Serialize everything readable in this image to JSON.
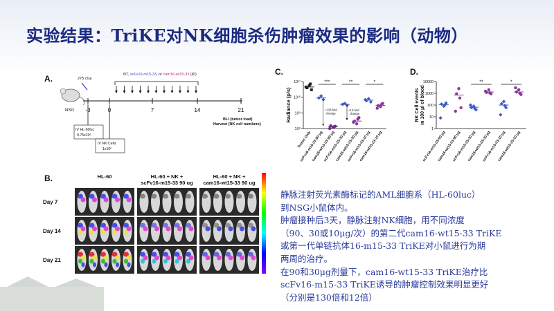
{
  "title": "实验结果：TriKE对NK细胞杀伤肿瘤效果的影响（动物）",
  "panel_a": {
    "label": "A.",
    "irradiation": "275 cGy",
    "mouse": "NSG",
    "treatment_label_prefix": "NT, ",
    "treatment_scfv": "scFv16-m15-33",
    "treatment_mid": ", or ",
    "treatment_cam": "cam16-wt15-33",
    "treatment_suffix": " (IP)",
    "days": [
      "-3",
      "0",
      "7",
      "14",
      "21"
    ],
    "box1_line1": "IV HL-60luc",
    "box1_line2": "0.75x10⁶",
    "box2_line1": "IV NK Cells",
    "box2_line2": "1x10⁶",
    "endpoint_line1": "BLI (tumor load)",
    "endpoint_line2": "Harvest (NK cell numbers)"
  },
  "panel_b": {
    "label": "B.",
    "groups": [
      "HL-60",
      "HL-60 + NK + scFv16-m15-33 90 ug",
      "HL-60 + NK + cam16-wt15-33 90 ug"
    ],
    "group_line1": [
      "HL-60",
      "HL-60 + NK +",
      "HL-60 + NK +"
    ],
    "group_line2": [
      "",
      "scFv16-m15-33 90 ug",
      "cam16-wt15-33 90 ug"
    ],
    "rows": [
      "Day 7",
      "Day 14",
      "Day 21"
    ]
  },
  "panel_c": {
    "label": "C.",
    "chart_data": {
      "type": "scatter",
      "ylabel": "Radiance (p/s)",
      "yscale": "log",
      "ylim": [
        100000000,
        100000000000
      ],
      "yticks": [
        "10⁸",
        "10⁹",
        "10¹⁰",
        "10¹¹"
      ],
      "categories": [
        "Tumor Only",
        "scFv16-m15-33-90 μg",
        "cam16-wt15-33-90 μg",
        "scFv16-m15-33-30 μg",
        "cam16-wt15-33-30 μg",
        "scFv16-m15-33-10 μg",
        "cam16-wt15-33-10 μg"
      ],
      "colors": [
        "#222222",
        "#3b5bc9",
        "#6b2a8a",
        "#3b5bc9",
        "#8a3a9e",
        "#3b5bc9",
        "#8a3a9e"
      ],
      "values": [
        [
          40000000000,
          55000000000,
          30000000000,
          45000000000,
          70000000000
        ],
        [
          9000000000,
          12000000000,
          7000000000
        ],
        [
          150000000,
          120000000,
          140000000,
          100000000,
          130000000
        ],
        [
          3500000000,
          4000000000,
          3000000000
        ],
        [
          300000000,
          200000000,
          500000000,
          250000000,
          400000000
        ],
        [
          6000000000,
          8000000000,
          5000000000,
          7000000000
        ],
        [
          3000000000,
          2500000000,
          4000000000,
          2000000000,
          3500000000
        ]
      ],
      "means": [
        45000000000,
        9000000000,
        130000000,
        3500000000,
        300000000,
        6500000000,
        3000000000
      ],
      "significance": [
        {
          "groups": [
            1,
            2
          ],
          "label": "***"
        },
        {
          "groups": [
            3,
            4
          ],
          "label": "**"
        },
        {
          "groups": [
            5,
            6
          ],
          "label": "*"
        }
      ],
      "annotations": [
        "~130-fold change",
        "~12-fold change"
      ]
    }
  },
  "panel_d": {
    "label": "D.",
    "chart_data": {
      "type": "scatter",
      "ylabel": "NK Cell events in 100 μl of blood",
      "yscale": "log",
      "ylim": [
        1,
        10000
      ],
      "yticks": [
        "1",
        "10",
        "100",
        "1000",
        "10000"
      ],
      "categories": [
        "scFv16-m15-33-90 μg",
        "cam16-wt15-33-90 μg",
        "scFv16-m15-33-30 μg",
        "cam16-wt15-33-30 μg",
        "scFv16-m15-33-10 μg",
        "cam16-wt15-33-10 μg"
      ],
      "colors": [
        "#3b5bc9",
        "#8a3a9e",
        "#3b5bc9",
        "#8a3a9e",
        "#3b5bc9",
        "#8a3a9e"
      ],
      "values": [
        [
          120,
          80,
          150,
          8,
          100
        ],
        [
          900,
          2500,
          60,
          30,
          400
        ],
        [
          60,
          80,
          40,
          100,
          50
        ],
        [
          1200,
          2000,
          900,
          1500,
          1100
        ],
        [
          130,
          200,
          60,
          15,
          90
        ],
        [
          1300,
          2000,
          800,
          3000,
          1000
        ]
      ],
      "means": [
        110,
        700,
        65,
        1300,
        100,
        1300
      ],
      "significance": [
        {
          "groups": [
            2,
            3
          ],
          "label": "**"
        },
        {
          "groups": [
            4,
            5
          ],
          "label": "*"
        }
      ]
    }
  },
  "description": [
    "静脉注射荧光素酶标记的AML细胞系（HL-60luc）",
    "到NSG小鼠体内。",
    "肿瘤接种后3天，静脉注射NK细胞，用不同浓度",
    "（90、30或10μg/次）的第二代cam16-wt15-33 TriKE",
    "或第一代单链抗体16-m15-33 TriKE对小鼠进行为期",
    "两周的治疗。",
    "在90和30μg剂量下，cam16-wt15-33 TriKE治疗比",
    "scFv16-m15-33 TriKE诱导的肿瘤控制效果明显更好",
    "（分别是130倍和12倍）"
  ]
}
